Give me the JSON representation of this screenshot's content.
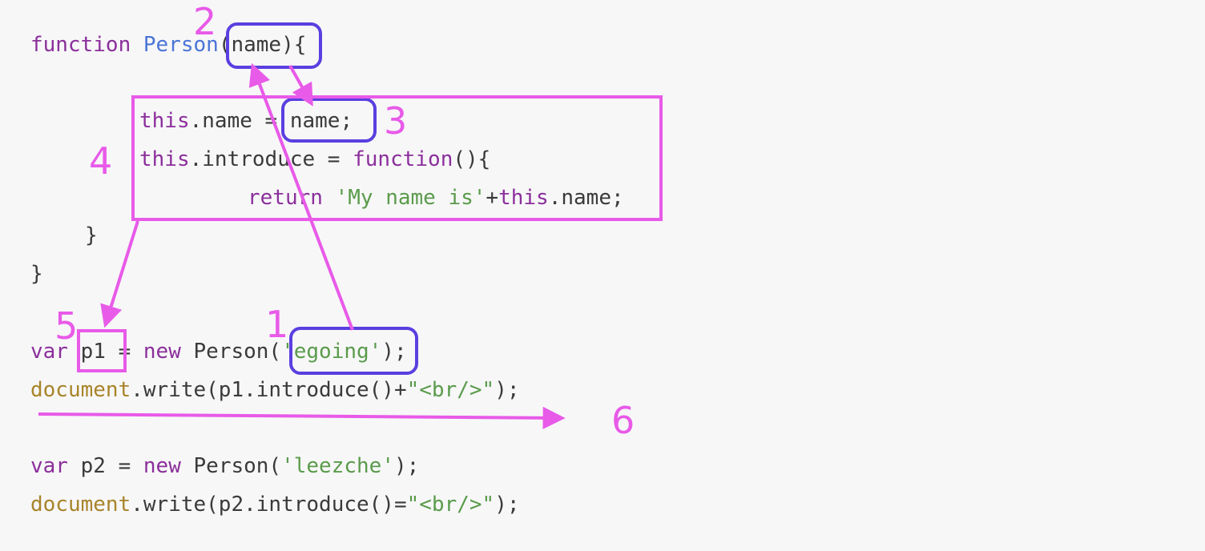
{
  "colors": {
    "background": "#f7f7f8",
    "keyword": "#8b2f9b",
    "function_name": "#4a74d6",
    "string": "#5a9b4b",
    "global": "#a8842a",
    "plain": "#3a3a3a",
    "annotation_magenta": "#e85ae8",
    "annotation_blue": "#5b3fe0"
  },
  "code": {
    "line1": {
      "kw": "function",
      "fn": "Person",
      "rest": "(name){"
    },
    "line2": {
      "kw": "this",
      "rest": ".name = name;"
    },
    "line3": {
      "kw": "this",
      "rest1": ".introduce = ",
      "kw2": "function",
      "rest2": "(){"
    },
    "line4": {
      "kw": "return",
      "str": "'My name is'",
      "rest1": "+",
      "kw2": "this",
      "rest2": ".name;"
    },
    "line5": {
      "rest": "}"
    },
    "line6": {
      "rest": "}"
    },
    "line7": {
      "kw": "var",
      "rest1": " p1 = ",
      "kw2": "new",
      "rest2": " Person(",
      "str": "'egoing'",
      "rest3": ");"
    },
    "line8": {
      "glb": "document",
      "rest1": ".write(p1.introduce()+",
      "str": "\"<br/>\"",
      "rest2": ");"
    },
    "line9": {
      "kw": "var",
      "rest1": " p2 = ",
      "kw2": "new",
      "rest2": " Person(",
      "str": "'leezche'",
      "rest3": ");"
    },
    "line10": {
      "glb": "document",
      "rest1": ".write(p2.introduce()=",
      "str": "\"<br/>\"",
      "rest2": ");"
    }
  },
  "annotations": {
    "n1": "1",
    "n2": "2",
    "n3": "3",
    "n4": "4",
    "n5": "5",
    "n6": "6"
  }
}
